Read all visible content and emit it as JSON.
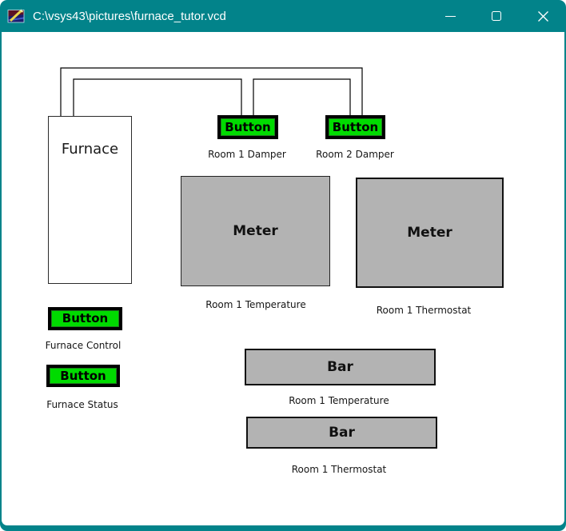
{
  "window": {
    "title": "C:\\vsys43\\pictures\\furnace_tutor.vcd",
    "titlebar_color": "#02838a",
    "controls": {
      "minimize": "minimize",
      "maximize": "maximize",
      "close": "close"
    }
  },
  "canvas": {
    "furnace": {
      "label": "Furnace"
    },
    "buttons": [
      {
        "label": "Button",
        "caption": "Room 1 Damper"
      },
      {
        "label": "Button",
        "caption": "Room 2 Damper"
      },
      {
        "label": "Button",
        "caption": "Furnace Control"
      },
      {
        "label": "Button",
        "caption": "Furnace Status"
      }
    ],
    "meters": [
      {
        "label": "Meter",
        "caption": "Room 1 Temperature"
      },
      {
        "label": "Meter",
        "caption": "Room 1 Thermostat"
      }
    ],
    "bars": [
      {
        "label": "Bar",
        "caption": "Room 1 Temperature"
      },
      {
        "label": "Bar",
        "caption": "Room 1 Thermostat"
      }
    ],
    "colors": {
      "button_green": "#00db00",
      "widget_gray": "#b3b3b3",
      "wire_black": "#000000"
    }
  }
}
